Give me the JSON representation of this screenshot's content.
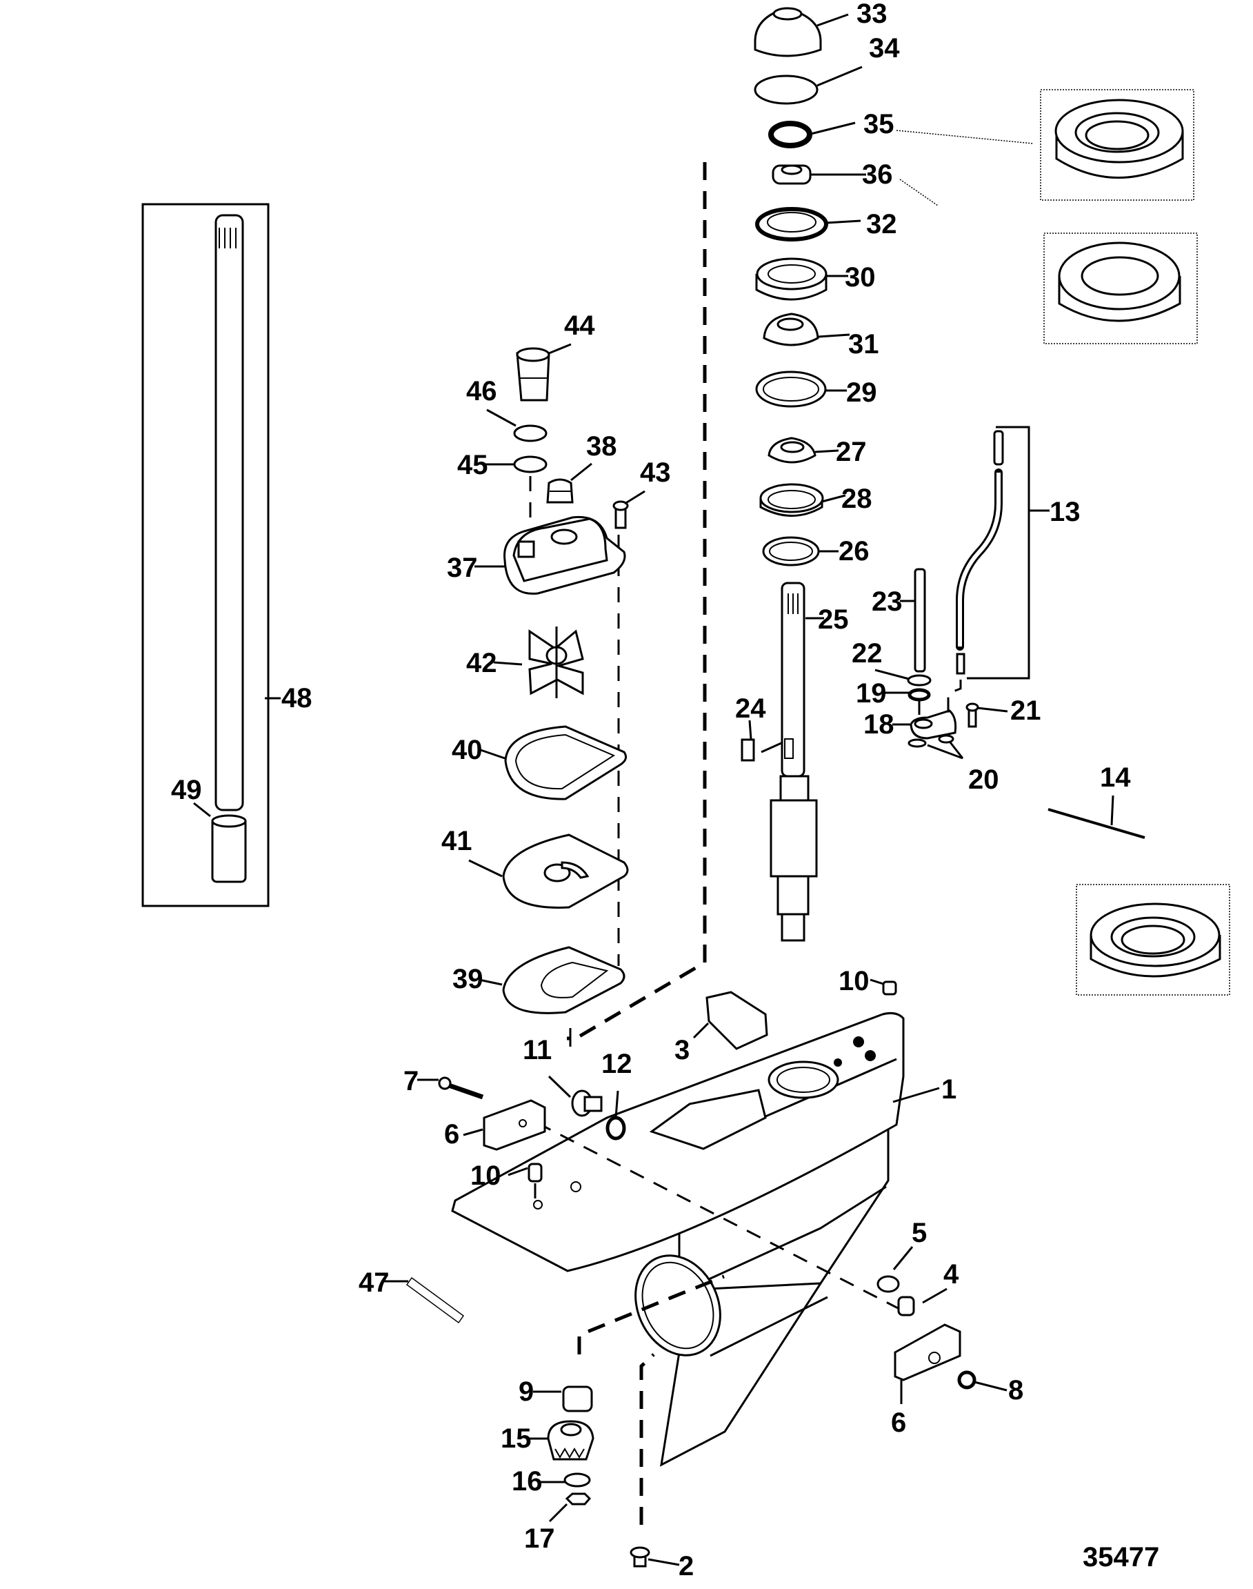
{
  "figure": {
    "type": "exploded parts diagram",
    "subject": "Gear housing – drive shaft, water pump and shift components",
    "figure_number": "35477",
    "colors": {
      "line": "#000000",
      "background": "#ffffff"
    }
  },
  "callouts": [
    {
      "id": "1",
      "label": "1"
    },
    {
      "id": "2",
      "label": "2"
    },
    {
      "id": "3",
      "label": "3"
    },
    {
      "id": "4",
      "label": "4"
    },
    {
      "id": "5",
      "label": "5"
    },
    {
      "id": "6a",
      "label": "6"
    },
    {
      "id": "6b",
      "label": "6"
    },
    {
      "id": "7",
      "label": "7"
    },
    {
      "id": "8",
      "label": "8"
    },
    {
      "id": "9",
      "label": "9"
    },
    {
      "id": "10a",
      "label": "10"
    },
    {
      "id": "10b",
      "label": "10"
    },
    {
      "id": "11",
      "label": "11"
    },
    {
      "id": "12",
      "label": "12"
    },
    {
      "id": "13",
      "label": "13"
    },
    {
      "id": "14",
      "label": "14"
    },
    {
      "id": "15",
      "label": "15"
    },
    {
      "id": "16",
      "label": "16"
    },
    {
      "id": "17",
      "label": "17"
    },
    {
      "id": "18",
      "label": "18"
    },
    {
      "id": "19",
      "label": "19"
    },
    {
      "id": "20",
      "label": "20"
    },
    {
      "id": "21",
      "label": "21"
    },
    {
      "id": "22",
      "label": "22"
    },
    {
      "id": "23",
      "label": "23"
    },
    {
      "id": "24",
      "label": "24"
    },
    {
      "id": "25",
      "label": "25"
    },
    {
      "id": "26",
      "label": "26"
    },
    {
      "id": "27",
      "label": "27"
    },
    {
      "id": "28",
      "label": "28"
    },
    {
      "id": "29",
      "label": "29"
    },
    {
      "id": "30",
      "label": "30"
    },
    {
      "id": "31",
      "label": "31"
    },
    {
      "id": "32",
      "label": "32"
    },
    {
      "id": "33",
      "label": "33"
    },
    {
      "id": "34",
      "label": "34"
    },
    {
      "id": "35",
      "label": "35"
    },
    {
      "id": "36",
      "label": "36"
    },
    {
      "id": "37",
      "label": "37"
    },
    {
      "id": "38",
      "label": "38"
    },
    {
      "id": "39",
      "label": "39"
    },
    {
      "id": "40",
      "label": "40"
    },
    {
      "id": "41",
      "label": "41"
    },
    {
      "id": "42",
      "label": "42"
    },
    {
      "id": "43",
      "label": "43"
    },
    {
      "id": "44",
      "label": "44"
    },
    {
      "id": "45",
      "label": "45"
    },
    {
      "id": "46",
      "label": "46"
    },
    {
      "id": "47",
      "label": "47"
    },
    {
      "id": "48",
      "label": "48"
    },
    {
      "id": "49",
      "label": "49"
    }
  ],
  "insets": [
    {
      "name": "bearing-detail-35",
      "refers_to": "35"
    },
    {
      "name": "seal-detail-36",
      "refers_to": "36"
    },
    {
      "name": "bearing-detail-lower",
      "refers_to": ""
    }
  ]
}
